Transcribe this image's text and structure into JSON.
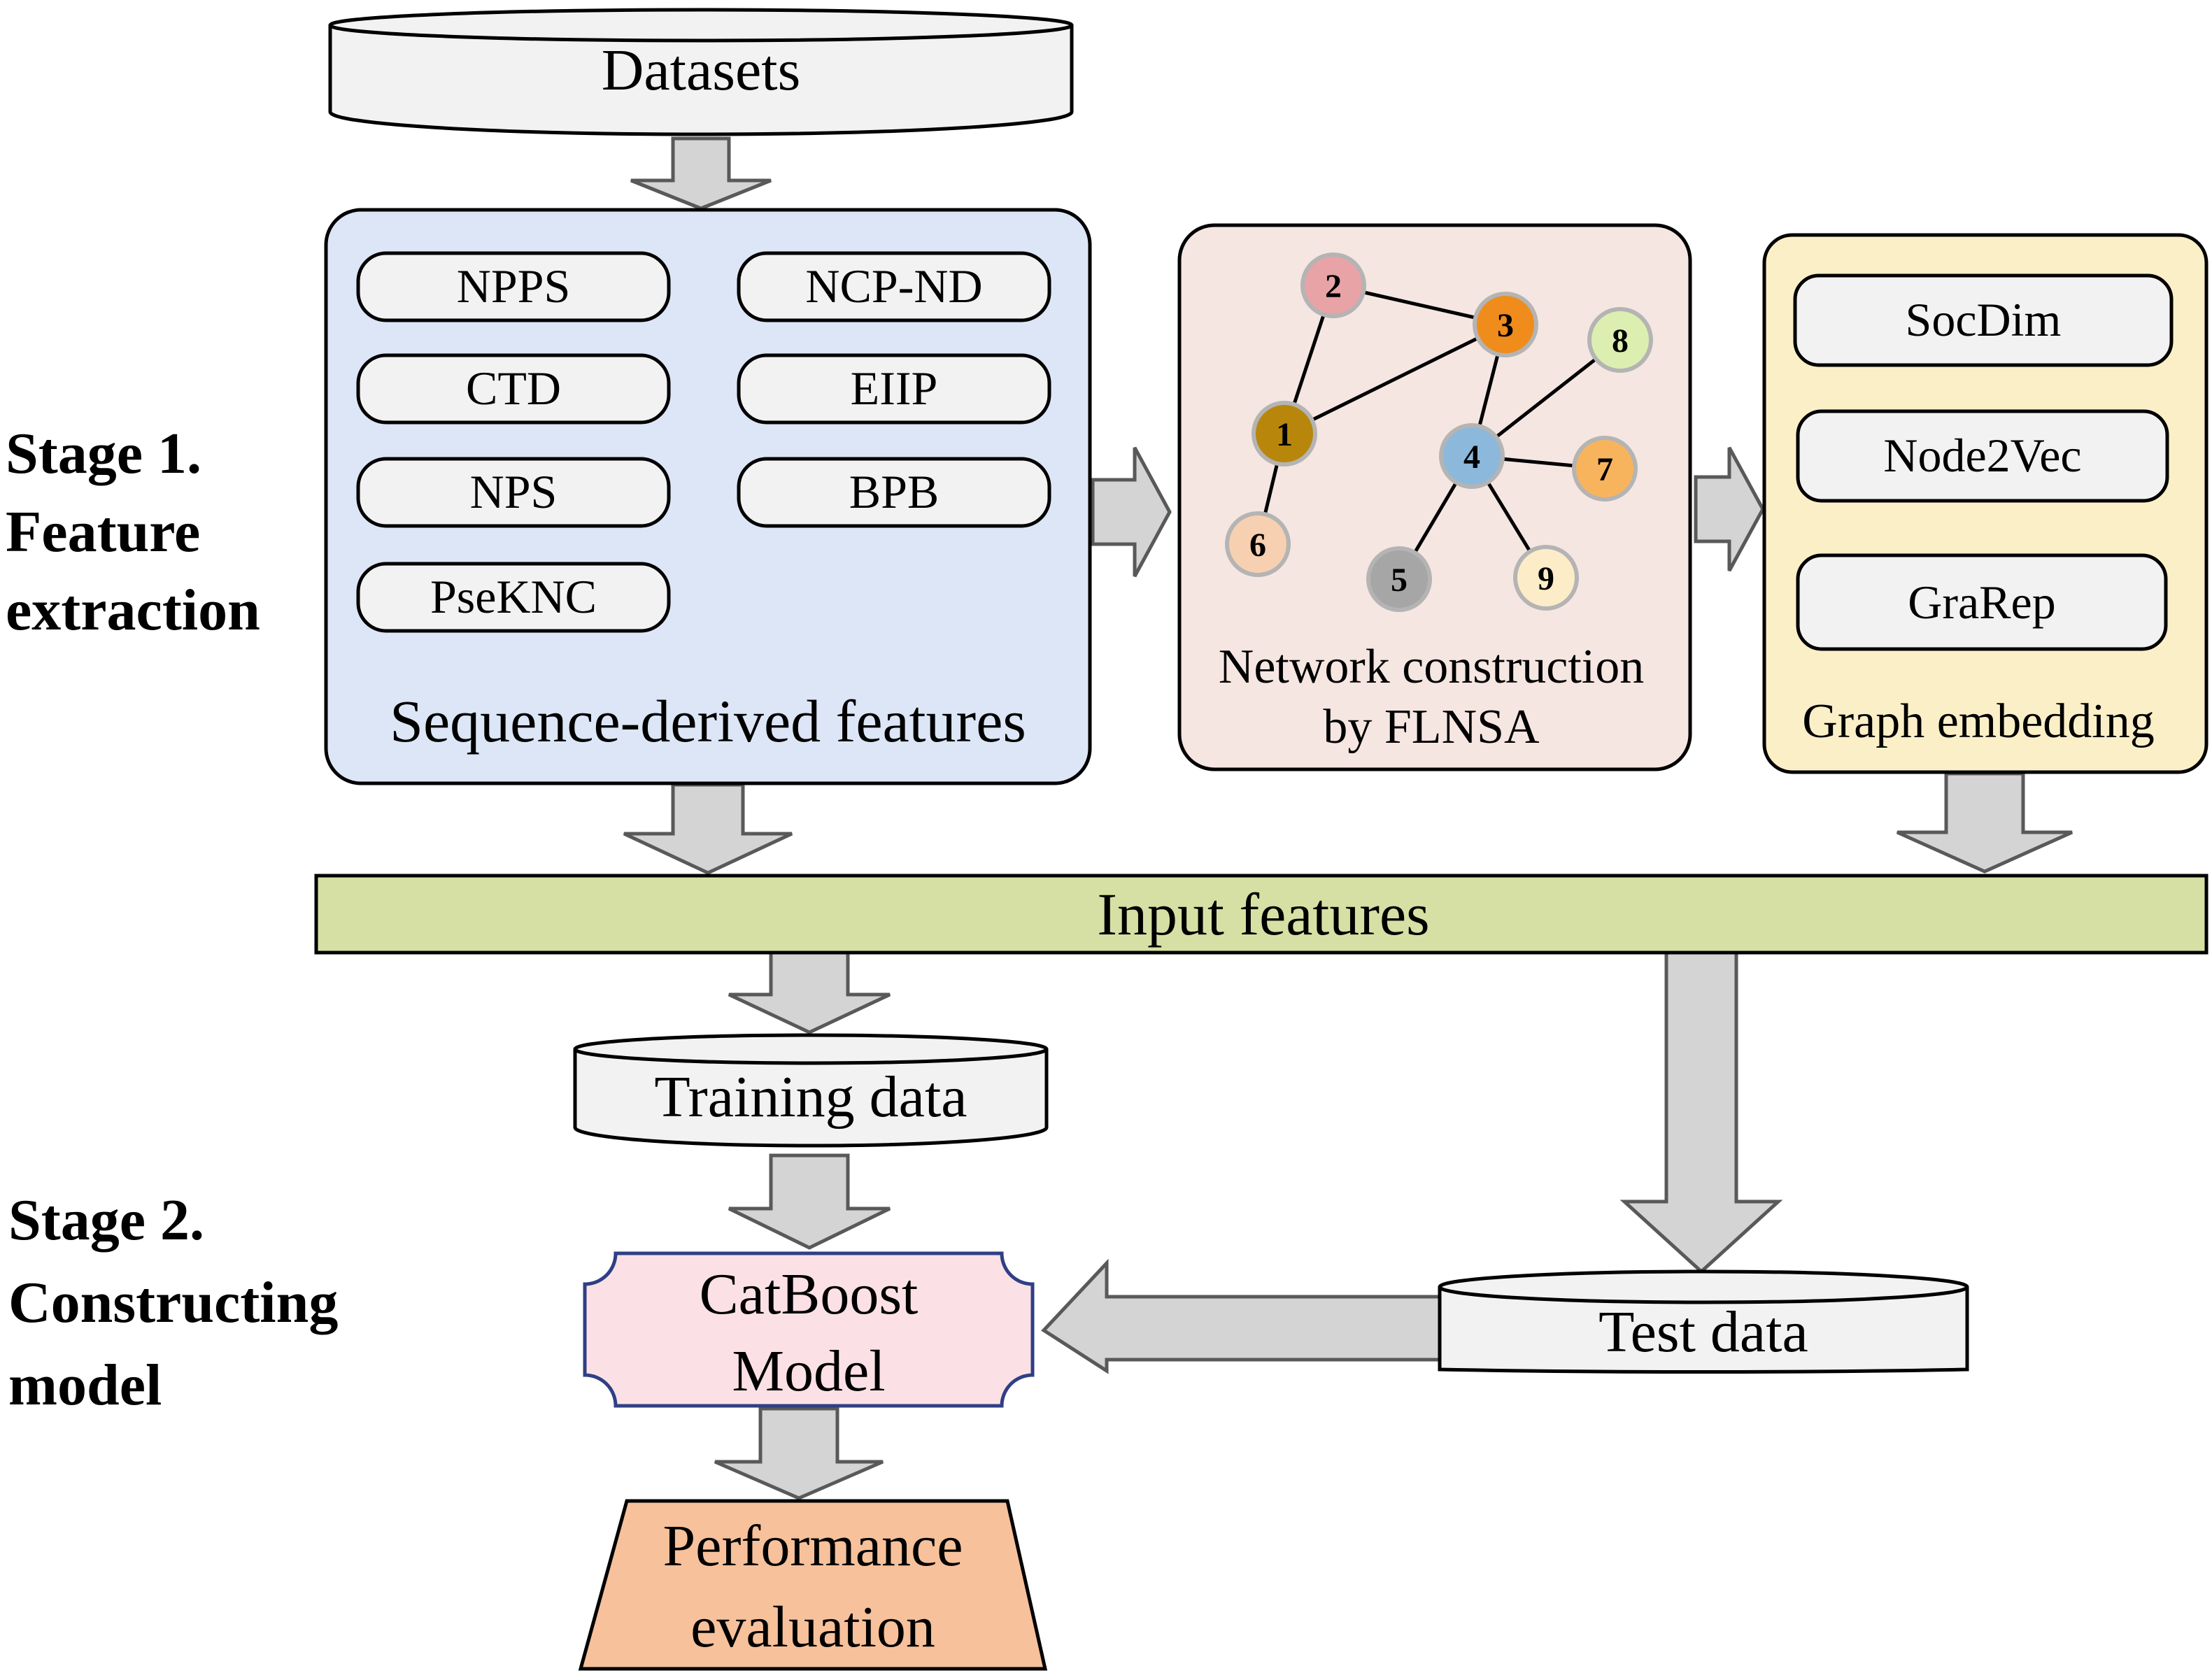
{
  "datasets": "Datasets",
  "stage1": {
    "line1": "Stage 1.",
    "line2": "Feature",
    "line3": "extraction"
  },
  "stage2": {
    "line1": "Stage 2.",
    "line2": "Constructing",
    "line3": "model"
  },
  "sequence_features": {
    "title": "Sequence-derived features",
    "items": [
      "NPPS",
      "NCP-ND",
      "CTD",
      "EIIP",
      "NPS",
      "BPB",
      "PseKNC"
    ]
  },
  "network": {
    "title_line1": "Network construction",
    "title_line2": "by FLNSA",
    "nodes": [
      {
        "label": "1",
        "color": "#b8860b"
      },
      {
        "label": "2",
        "color": "#e7a3a6"
      },
      {
        "label": "3",
        "color": "#f08c1c"
      },
      {
        "label": "4",
        "color": "#8cb8dc"
      },
      {
        "label": "5",
        "color": "#a6a6a6"
      },
      {
        "label": "6",
        "color": "#f6d0b0"
      },
      {
        "label": "7",
        "color": "#f8b45c"
      },
      {
        "label": "8",
        "color": "#dcefb0"
      },
      {
        "label": "9",
        "color": "#fcecc8"
      }
    ],
    "edges": [
      [
        "1",
        "2"
      ],
      [
        "1",
        "3"
      ],
      [
        "1",
        "6"
      ],
      [
        "2",
        "3"
      ],
      [
        "3",
        "4"
      ],
      [
        "4",
        "8"
      ],
      [
        "4",
        "7"
      ],
      [
        "4",
        "5"
      ],
      [
        "4",
        "9"
      ]
    ]
  },
  "graph_embedding": {
    "title": "Graph embedding",
    "items": [
      "SocDim",
      "Node2Vec",
      "GraRep"
    ]
  },
  "input_features": "Input features",
  "training_data": "Training data",
  "test_data": "Test data",
  "model": {
    "line1": "CatBoost",
    "line2": "Model"
  },
  "evaluation": {
    "line1": "Performance",
    "line2": "evaluation"
  },
  "colors": {
    "sequence_panel": "#dde6f6",
    "network_panel": "#f5e6e2",
    "embedding_panel": "#fbefc8",
    "input_bar": "#d7e0a4",
    "model_fill": "#fbe1e6",
    "model_border": "#2f3f86",
    "evaluation_fill": "#f6c19b",
    "arrow_fill": "#d4d4d4",
    "cylinder_fill": "#f2f2f2"
  }
}
